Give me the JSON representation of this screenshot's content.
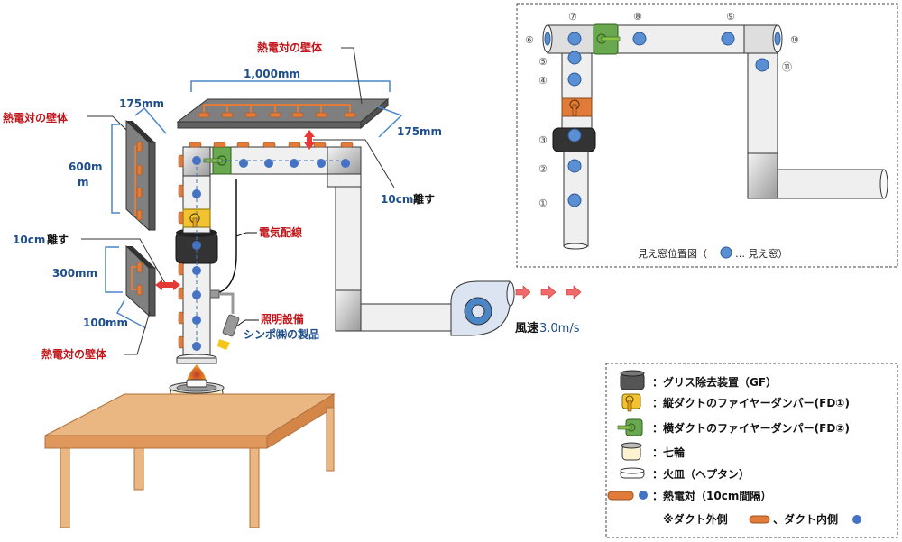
{
  "labels": {
    "thermocouple_wall_top": "熱電対の壁体",
    "thermocouple_wall_left": "熱電対の壁体",
    "thermocouple_wall_bottom": "熱電対の壁体",
    "dim_1000": "1,000mm",
    "dim_175_top": "175mm",
    "dim_175_left": "175mm",
    "dim_600_line1": "600m",
    "dim_600_line2": "m",
    "dim_300": "300mm",
    "dim_100": "100mm",
    "gap_10cm_right_num": "10cm",
    "gap_10cm_right_txt": "離す",
    "gap_10cm_left_num": "10cm",
    "gap_10cm_left_txt": "離す",
    "electric_wiring": "電気配線",
    "lighting_line1": "照明設備",
    "lighting_line2": "シンポ㈱の製品",
    "wind_speed_prefix": "風速",
    "wind_speed_value": "3.0m/s"
  },
  "inset": {
    "caption_left": "見え窓位置図（",
    "caption_right": "… 見え窓）",
    "windows": [
      "①",
      "②",
      "③",
      "④",
      "⑤",
      "⑥",
      "⑦",
      "⑧",
      "⑨",
      "⑩",
      "⑪"
    ]
  },
  "legend": {
    "items": [
      {
        "icon": "grease-filter-icon",
        "label": "：グリス除去装置（GF）"
      },
      {
        "icon": "vertical-fire-damper-icon",
        "label": "：縦ダクトのファイヤーダンパー(FD①)"
      },
      {
        "icon": "horizontal-fire-damper-icon",
        "label": "：横ダクトのファイヤーダンパー(FD②)"
      },
      {
        "icon": "shichirin-icon",
        "label": "：七輪"
      },
      {
        "icon": "fire-dish-icon",
        "label": "：火皿（ヘプタン）"
      },
      {
        "icon": "thermocouple-icon",
        "label": "：熱電対（10cm間隔）"
      }
    ],
    "note_prefix": "※ダクト外側",
    "note_middle": "、ダクト内側"
  },
  "colors": {
    "thermocouple_outer": "#e07b39",
    "thermocouple_inner": "#4472c4",
    "fd1": "#f2c230",
    "fd2": "#6aa84f",
    "gf": "#333333",
    "wall": "#808080",
    "table": "#e8a46a",
    "arrow": "#e53935"
  }
}
